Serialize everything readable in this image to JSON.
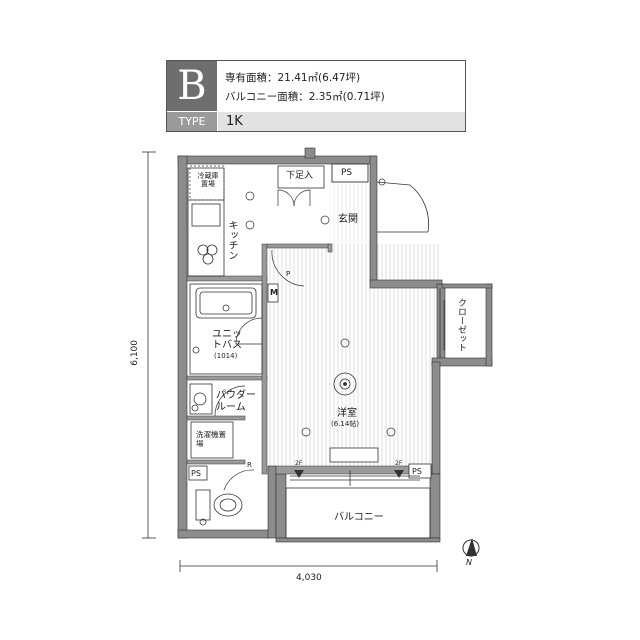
{
  "header": {
    "type_letter": "B",
    "type_label": "TYPE",
    "type_value": "1K",
    "area_private": "専有面積：21.41㎡(6.47坪)",
    "area_balcony": "バルコニー面積：2.35㎡(0.71坪)"
  },
  "dimensions": {
    "height": "6,100",
    "width": "4,030"
  },
  "rooms": {
    "refrigerator": "冷蔵庫置場",
    "shoe_cabinet": "下足入",
    "ps_top": "PS",
    "kitchen": "キッチン",
    "entrance": "玄関",
    "closet": "クローゼット",
    "unit_bath": "ユニットバス",
    "unit_bath_size": "1014",
    "powder_room": "パウダールーム",
    "washing_machine": "洗濯機置場",
    "western_room": "洋室",
    "western_room_size": "6.14帖",
    "ps_left": "PS",
    "ps_right": "PS",
    "balcony": "バルコニー"
  },
  "symbols": {
    "m_label": "M",
    "p_label": "P",
    "r_label": "R",
    "window_left": "2F",
    "window_right": "2F",
    "compass_letter": "N"
  },
  "icons": {
    "compass": "compass-icon",
    "ceiling_light": "ceiling-light-icon",
    "door": "door-icon"
  }
}
